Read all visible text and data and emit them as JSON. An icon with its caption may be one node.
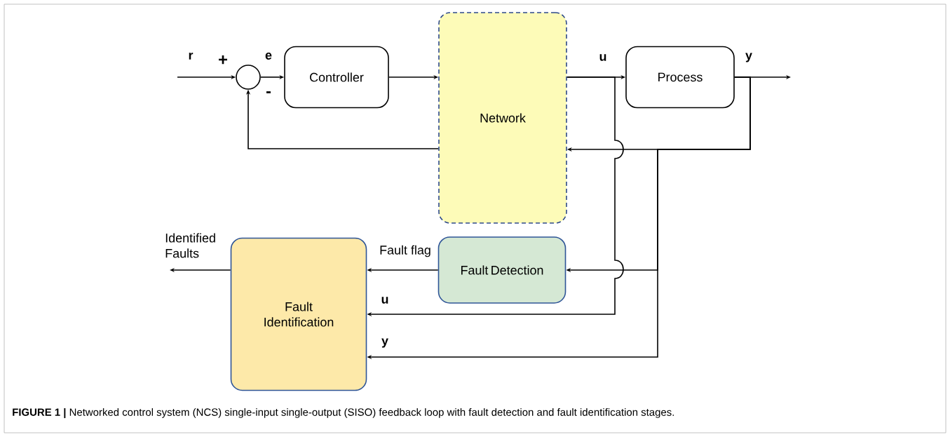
{
  "diagram": {
    "caption": "**FIGURE 1 |** Networked control system (NCS) single-input single-output (SISO) feedback loop with fault detection and fault identification stages.",
    "nodes": [
      {
        "text": [
          "Controller"
        ]
      },
      {
        "text": [
          "Network"
        ]
      },
      {
        "text": [
          "Process"
        ]
      },
      {
        "text": [
          "Fault Detection"
        ]
      },
      {
        "text": [
          "Fault Identification"
        ]
      },
      {
        "text": [],
        "shape": "circle"
      }
    ],
    "edges": [
      {
        "from": null,
        "to": 5,
        "arrow": "to",
        "label": "r"
      },
      {
        "from": 5,
        "to": 0,
        "arrow": "to",
        "label": "e"
      },
      {
        "from": 0,
        "to": 1,
        "arrow": "to"
      },
      {
        "from": 1,
        "to": 2,
        "arrow": "to",
        "label": "u"
      },
      {
        "from": 2,
        "to": null,
        "arrow": "to",
        "label": "y"
      },
      {
        "from": 2,
        "to": 1,
        "arrow": "to"
      },
      {
        "from": 1,
        "to": 5,
        "arrow": "to"
      },
      {
        "from": 2,
        "to": 3,
        "arrow": "to"
      },
      {
        "from": 1,
        "to": 4,
        "arrow": "to",
        "label": "u"
      },
      {
        "from": 2,
        "to": 4,
        "arrow": "to",
        "label": "y"
      },
      {
        "from": 3,
        "to": 4,
        "arrow": "to",
        "label": "Fault flag"
      },
      {
        "from": 4,
        "to": null,
        "arrow": "to",
        "label": "Identified Faults"
      }
    ],
    "labels": [
      "+",
      "-"
    ]
  }
}
